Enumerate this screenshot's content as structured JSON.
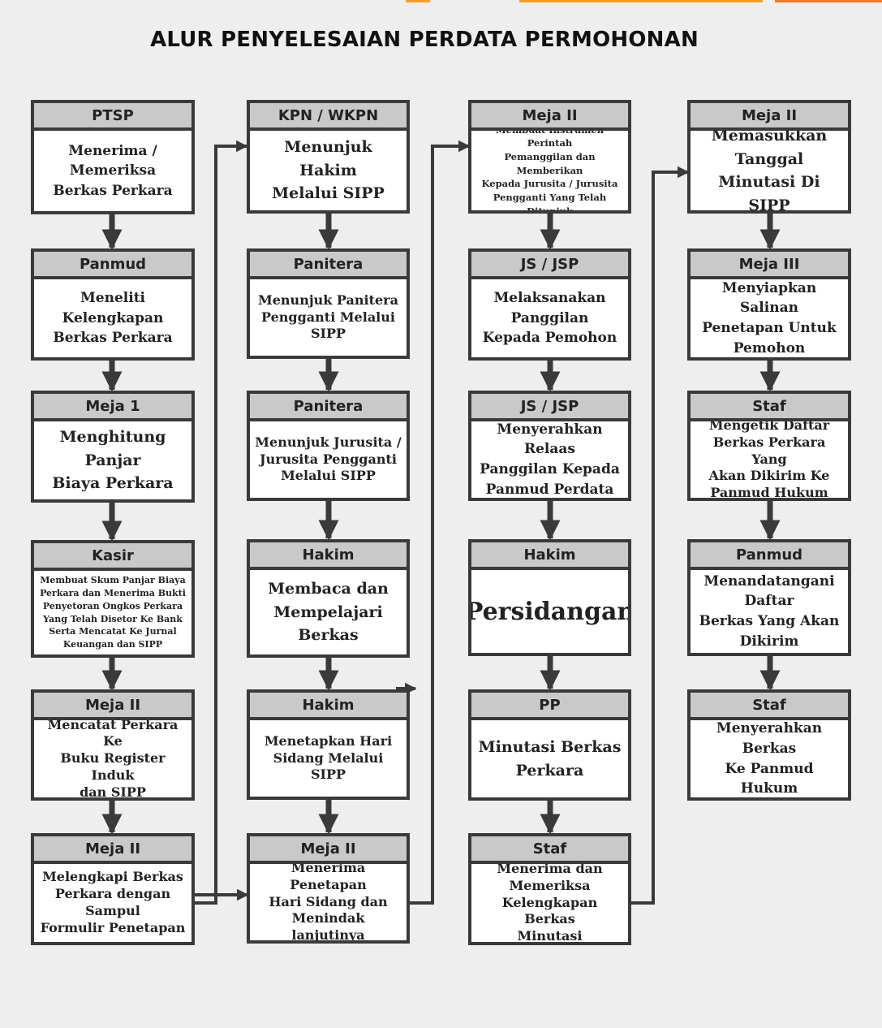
{
  "title": "ALUR PENYELESAIAN PERDATA PERMOHONAN",
  "colors": {
    "header_bg": "#c9c9c9",
    "border": "#3a3a3a",
    "accent_bar": "#f0a030"
  },
  "columns": [
    [
      {
        "header": "PTSP",
        "text": "Menerima / Memeriksa\nBerkas Perkara"
      },
      {
        "header": "Panmud",
        "text": "Meneliti Kelengkapan\nBerkas Perkara"
      },
      {
        "header": "Meja 1",
        "text": "Menghitung Panjar\nBiaya Perkara"
      },
      {
        "header": "Kasir",
        "text": "Membuat Skum Panjar Biaya\nPerkara dan Menerima Bukti\nPenyetoran Ongkos Perkara\nYang Telah Disetor Ke Bank\nSerta Mencatat Ke Jurnal\nKeuangan dan SIPP"
      },
      {
        "header": "Meja II",
        "text": "Mencatat Perkara Ke\nBuku Register Induk\ndan SIPP"
      },
      {
        "header": "Meja II",
        "text": "Melengkapi Berkas\nPerkara dengan Sampul\nFormulir Penetapan"
      }
    ],
    [
      {
        "header": "KPN / WKPN",
        "text": "Menunjuk Hakim\nMelalui SIPP"
      },
      {
        "header": "Panitera",
        "text": "Menunjuk Panitera\nPengganti Melalui\nSIPP"
      },
      {
        "header": "Panitera",
        "text": "Menunjuk Jurusita /\nJurusita Pengganti\nMelalui SIPP"
      },
      {
        "header": "Hakim",
        "text": "Membaca dan\nMempelajari Berkas"
      },
      {
        "header": "Hakim",
        "text": "Menetapkan Hari\nSidang Melalui\nSIPP"
      },
      {
        "header": "Meja II",
        "text": "Menerima Penetapan\nHari Sidang dan\nMenindak lanjutinya"
      }
    ],
    [
      {
        "header": "Meja II",
        "text": "Membuat Instrumen Perintah\nPemanggilan dan Memberikan\nKepada Jurusita / Jurusita\nPengganti Yang Telah Ditunjuk"
      },
      {
        "header": "JS / JSP",
        "text": "Melaksanakan Panggilan\nKepada Pemohon"
      },
      {
        "header": "JS / JSP",
        "text": "Menyerahkan Relaas\nPanggilan Kepada\nPanmud Perdata"
      },
      {
        "header": "Hakim",
        "text": "Persidangan"
      },
      {
        "header": "PP",
        "text": "Minutasi Berkas\nPerkara"
      },
      {
        "header": "Staf",
        "text": "Menerima dan Memeriksa\nKelengkapan Berkas\nMinutasi"
      }
    ],
    [
      {
        "header": "Meja II",
        "text": "Memasukkan Tanggal\nMinutasi Di SIPP"
      },
      {
        "header": "Meja III",
        "text": "Menyiapkan Salinan\nPenetapan Untuk Pemohon"
      },
      {
        "header": "Staf",
        "text": "Mengetik Daftar\nBerkas Perkara Yang\nAkan Dikirim Ke\nPanmud Hukum"
      },
      {
        "header": "Panmud",
        "text": "Menandatangani Daftar\nBerkas Yang Akan\nDikirim"
      },
      {
        "header": "Staf",
        "text": "Menyerahkan Berkas\nKe Panmud Hukum"
      }
    ]
  ]
}
